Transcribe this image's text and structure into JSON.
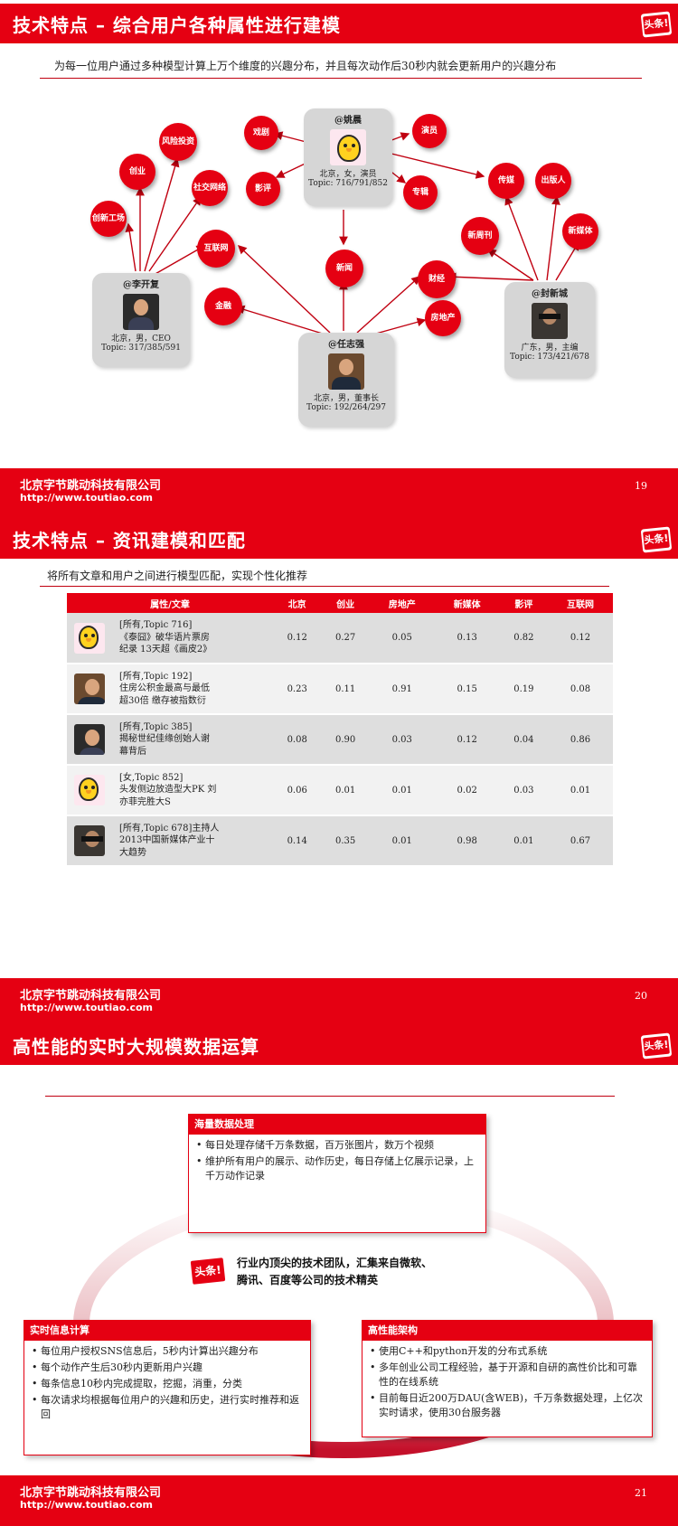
{
  "colors": {
    "brand_red": "#e50012",
    "card_gray": "#d6d6d6"
  },
  "footer": {
    "company": "北京字节跳动科技有限公司",
    "url": "http://www.toutiao.com"
  },
  "logo_text": "头条!",
  "slide19": {
    "title": "技术特点 – 综合用户各种属性进行建模",
    "subtitle": "为每一位用户通过多种模型计算上万个维度的兴趣分布，并且每次动作后30秒内就会更新用户的兴趣分布",
    "page": "19",
    "nodes": [
      "戏剧",
      "影评",
      "演员",
      "专辑",
      "传媒",
      "出版人",
      "新媒体",
      "创业",
      "风险投资",
      "社交网络",
      "创新工场",
      "互联网",
      "新闻",
      "财经",
      "新周刊",
      "金融",
      "房地产"
    ],
    "users": [
      {
        "name": "@姚晨",
        "info": "北京，女，演员",
        "topic": "Topic: 716/791/852",
        "avatar": "chick-icon"
      },
      {
        "name": "@李开复",
        "info": "北京，男，CEO",
        "topic": "Topic: 317/385/591",
        "avatar": "portrait-icon"
      },
      {
        "name": "@任志强",
        "info": "北京，男，董事长",
        "topic": "Topic: 192/264/297",
        "avatar": "portrait-icon"
      },
      {
        "name": "@封新城",
        "info": "广东，男，主编",
        "topic": "Topic: 173/421/678",
        "avatar": "portrait-icon"
      }
    ]
  },
  "slide20": {
    "title": "技术特点 – 资讯建模和匹配",
    "subtitle": "将所有文章和用户之间进行模型匹配，实现个性化推荐",
    "page": "20",
    "table": {
      "headers": [
        "属性/文章",
        "北京",
        "创业",
        "房地产",
        "新媒体",
        "影评",
        "互联网"
      ],
      "rows": [
        {
          "l1": "[所有,Topic 716]",
          "l2": "《泰囧》破华语片票房",
          "l3": "纪录 13天超《画皮2》",
          "vals": [
            "0.12",
            "0.27",
            "0.05",
            "0.13",
            "0.82",
            "0.12"
          ]
        },
        {
          "l1": "[所有,Topic 192]",
          "l2": "住房公积金最高与最低",
          "l3": "超30倍 缴存被指数衍",
          "vals": [
            "0.23",
            "0.11",
            "0.91",
            "0.15",
            "0.19",
            "0.08"
          ]
        },
        {
          "l1": "[所有,Topic 385]",
          "l2": "揭秘世纪佳缘创始人谢",
          "l3": "幕背后",
          "vals": [
            "0.08",
            "0.90",
            "0.03",
            "0.12",
            "0.04",
            "0.86"
          ]
        },
        {
          "l1": "[女,Topic 852]",
          "l2": "头发侧边放造型大PK 刘",
          "l3": "亦菲完胜大S",
          "vals": [
            "0.06",
            "0.01",
            "0.01",
            "0.02",
            "0.03",
            "0.01"
          ]
        },
        {
          "l1": "[所有,Topic 678]主持人",
          "l2": "2013中国新媒体产业十",
          "l3": "大趋势",
          "vals": [
            "0.14",
            "0.35",
            "0.01",
            "0.98",
            "0.01",
            "0.67"
          ]
        }
      ]
    }
  },
  "slide21": {
    "title": "高性能的实时大规模数据运算",
    "page": "21",
    "center_line1": "行业内顶尖的技术团队，汇集来自微软、",
    "center_line2": "腾讯、百度等公司的技术精英",
    "box_top": {
      "head": "海量数据处理",
      "items": [
        "每日处理存储千万条数据，百万张图片，数万个视频",
        "维护所有用户的展示、动作历史，每日存储上亿展示记录，上千万动作记录"
      ]
    },
    "box_left": {
      "head": "实时信息计算",
      "items": [
        "每位用户授权SNS信息后，5秒内计算出兴趣分布",
        "每个动作产生后30秒内更新用户兴趣",
        "每条信息10秒内完成提取，挖掘，消重，分类",
        "每次请求均根据每位用户的兴趣和历史，进行实时推荐和返回"
      ]
    },
    "box_right": {
      "head": "高性能架构",
      "items": [
        "使用C++和python开发的分布式系统",
        "多年创业公司工程经验，基于开源和自研的高性价比和可靠性的在线系统",
        "目前每日近200万DAU(含WEB)，千万条数据处理，上亿次实时请求，使用30台服务器"
      ]
    }
  }
}
